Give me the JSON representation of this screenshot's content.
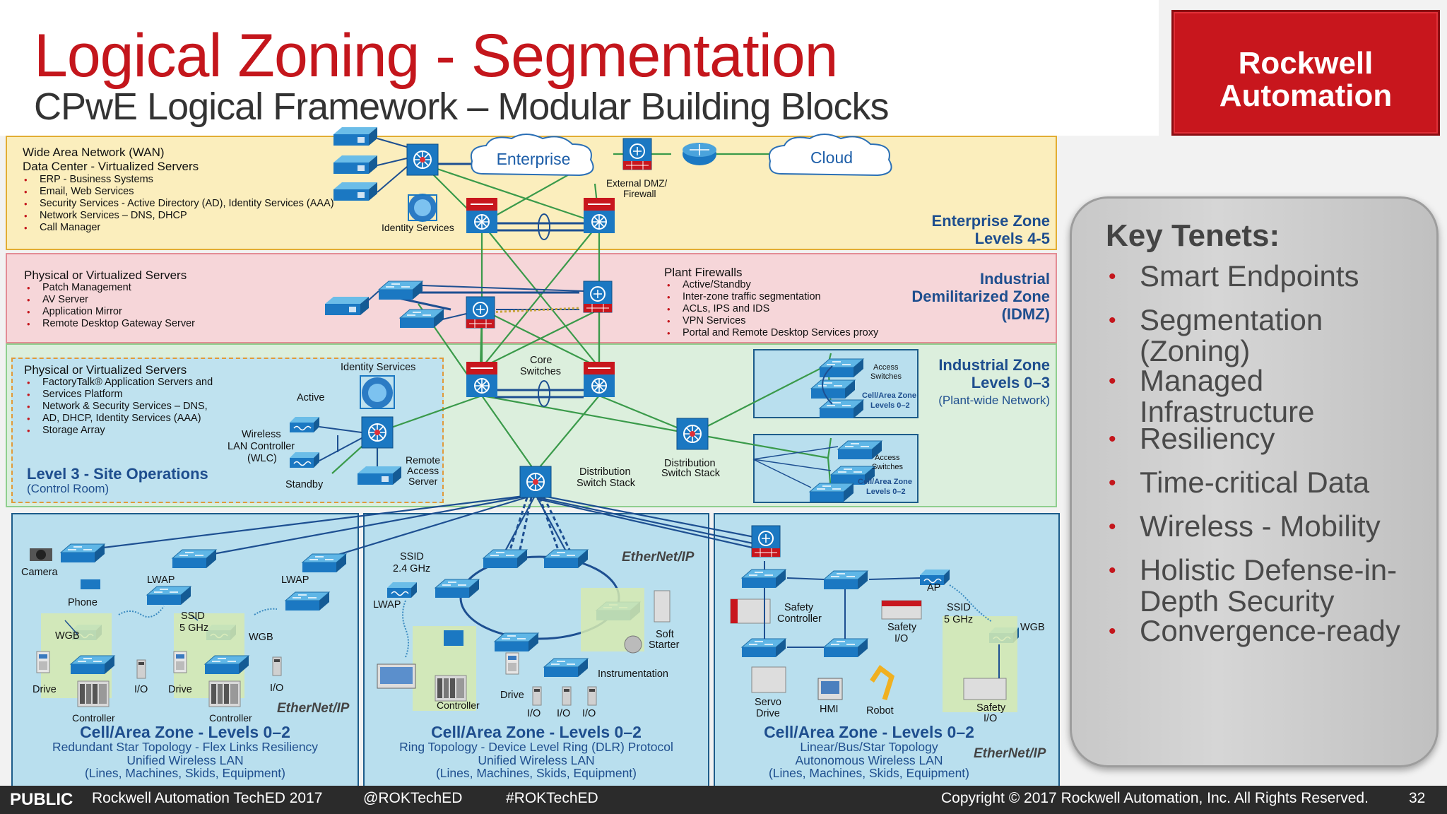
{
  "header": {
    "title": "Logical Zoning - Segmentation",
    "subtitle": "CPwE Logical Framework – Modular Building Blocks",
    "logo_line1": "Rockwell",
    "logo_line2": "Automation"
  },
  "colors": {
    "title_red": "#c4161c",
    "enterprise_zone": "#fbeebd",
    "idmz_zone": "#f6d6d9",
    "industrial_zone": "#dcefdd",
    "cell_zone": "#b9dfee",
    "zone_label_blue": "#1e4e8e",
    "link_green": "#3a9a4a",
    "link_blue": "#1d4f91"
  },
  "enterprise": {
    "heading1": "Wide Area Network (WAN)",
    "heading2": "Data Center - Virtualized Servers",
    "items": [
      "ERP - Business Systems",
      "Email, Web Services",
      "Security Services - Active Directory (AD), Identity Services (AAA)",
      "Network Services – DNS, DHCP",
      "Call Manager"
    ],
    "identity_label": "Identity Services",
    "enterprise_cloud": "Enterprise",
    "cloud": "Cloud",
    "dmz_label1": "External DMZ/",
    "dmz_label2": "Firewall",
    "zone_label1": "Enterprise Zone",
    "zone_label2": "Levels 4-5"
  },
  "idmz": {
    "heading": "Physical or Virtualized Servers",
    "items": [
      "Patch Management",
      "AV Server",
      "Application Mirror",
      "Remote Desktop Gateway Server"
    ],
    "fw_heading": "Plant Firewalls",
    "fw_items": [
      "Active/Standby",
      "Inter-zone traffic segmentation",
      "ACLs, IPS and IDS",
      "VPN Services",
      "Portal and Remote Desktop Services proxy"
    ],
    "zone_label1": "Industrial",
    "zone_label2": "Demilitarized Zone",
    "zone_label3": "(IDMZ)"
  },
  "industrial": {
    "heading": "Physical or Virtualized Servers",
    "items": [
      "FactoryTalk® Application Servers and",
      "Services Platform",
      "Network & Security Services – DNS,",
      "AD, DHCP, Identity Services (AAA)",
      "Storage Array"
    ],
    "identity_label": "Identity Services",
    "active": "Active",
    "wlc1": "Wireless",
    "wlc2": "LAN Controller",
    "wlc3": "(WLC)",
    "standby": "Standby",
    "remote1": "Remote",
    "remote2": "Access",
    "remote3": "Server",
    "level3_title": "Level 3 - Site Operations",
    "level3_sub": "(Control Room)",
    "core1": "Core",
    "core2": "Switches",
    "dist1_a": "Distribution",
    "dist1_b": "Switch Stack",
    "dist2_a": "Distribution",
    "dist2_b": "Switch Stack",
    "access1": "Access",
    "access2": "Switches",
    "cellzone1": "Cell/Area Zone",
    "cellzone2": "Levels 0–2",
    "zone_label1": "Industrial Zone",
    "zone_label2": "Levels 0–3",
    "zone_label3": "(Plant-wide Network)"
  },
  "cells": [
    {
      "title": "Cell/Area Zone - Levels 0–2",
      "line1": "Redundant Star Topology - Flex Links Resiliency",
      "line2": "Unified Wireless LAN",
      "line3": "(Lines, Machines, Skids, Equipment)",
      "labels": {
        "camera": "Camera",
        "phone": "Phone",
        "lwap1": "LWAP",
        "lwap2": "LWAP",
        "ssid1": "SSID",
        "ssid2": "5 GHz",
        "wgb1": "WGB",
        "wgb2": "WGB",
        "drive1": "Drive",
        "io1": "I/O",
        "drive2": "Drive",
        "io2": "I/O",
        "ctrl1": "Controller",
        "ctrl2": "Controller"
      }
    },
    {
      "title": "Cell/Area Zone - Levels 0–2",
      "line1": "Ring Topology - Device Level Ring (DLR) Protocol",
      "line2": "Unified Wireless LAN",
      "line3": "(Lines, Machines, Skids, Equipment)",
      "labels": {
        "ssid1": "SSID",
        "ssid2": "2.4 GHz",
        "lwap": "LWAP",
        "soft1": "Soft",
        "soft2": "Starter",
        "instr": "Instrumentation",
        "drive": "Drive",
        "ctrl": "Controller",
        "io1": "I/O",
        "io2": "I/O",
        "io3": "I/O"
      }
    },
    {
      "title": "Cell/Area Zone - Levels 0–2",
      "line1": "Linear/Bus/Star Topology",
      "line2": "Autonomous Wireless LAN",
      "line3": "(Lines, Machines, Skids, Equipment)",
      "labels": {
        "safety1": "Safety",
        "safety2": "Controller",
        "ap": "AP",
        "sio1": "Safety",
        "sio2": "I/O",
        "ssid1": "SSID",
        "ssid2": "5 GHz",
        "wgb": "WGB",
        "servo1": "Servo",
        "servo2": "Drive",
        "hmi": "HMI",
        "robot": "Robot",
        "sio3": "Safety",
        "sio4": "I/O"
      }
    }
  ],
  "ethernetip": "EtherNet/IP",
  "tenets": {
    "heading": "Key Tenets:",
    "items": [
      [
        "Smart Endpoints"
      ],
      [
        "Segmentation",
        "(Zoning)"
      ],
      [
        "Managed",
        "Infrastructure"
      ],
      [
        "Resiliency"
      ],
      [
        "Time-critical Data"
      ],
      [
        "Wireless - Mobility"
      ],
      [
        "Holistic Defense-in-",
        "Depth Security"
      ],
      [
        "Convergence-ready"
      ]
    ]
  },
  "footer": {
    "public": "PUBLIC",
    "event": "Rockwell Automation TechED 2017",
    "handle": "@ROKTechED",
    "hashtag": "#ROKTechED",
    "copyright": "Copyright © 2017 Rockwell Automation, Inc. All Rights Reserved.",
    "page": "32"
  }
}
